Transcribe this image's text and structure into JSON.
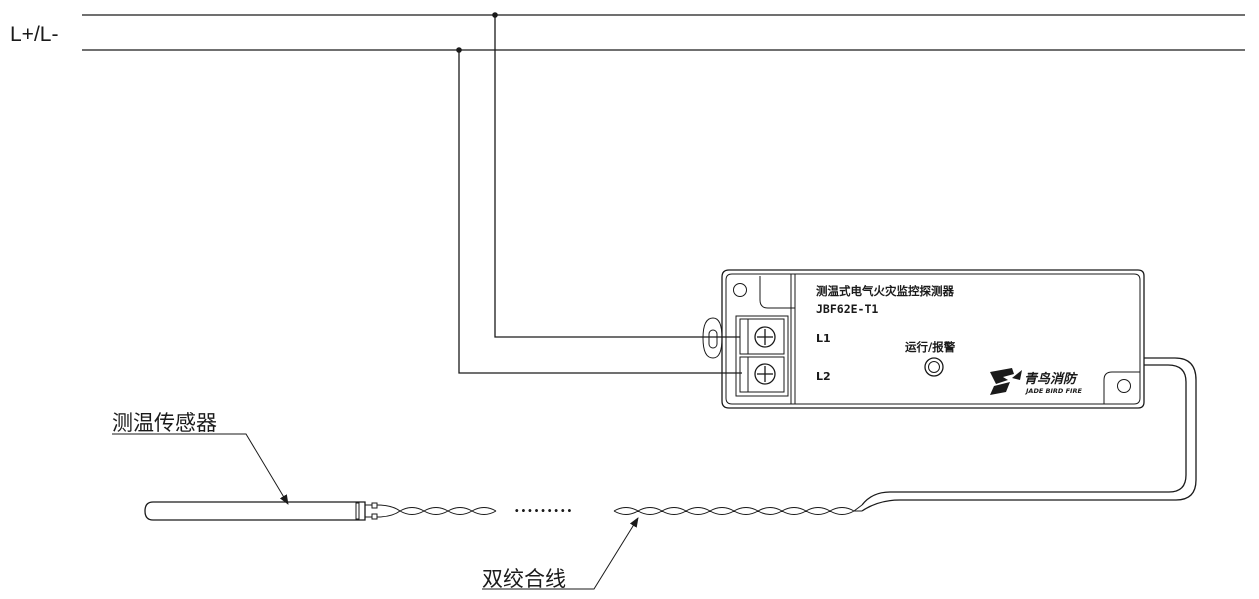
{
  "bus_label": "L+/L-",
  "device": {
    "title": "测温式电气火灾监控探测器",
    "model": "JBF62E-T1",
    "terminal_1": "L1",
    "terminal_2": "L2",
    "indicator_label": "运行/报警",
    "brand_cn": "青鸟消防",
    "brand_en": "JADE BIRD FIRE"
  },
  "labels": {
    "sensor": "测温传感器",
    "twisted_pair": "双绞合线",
    "ellipsis": "·········"
  }
}
